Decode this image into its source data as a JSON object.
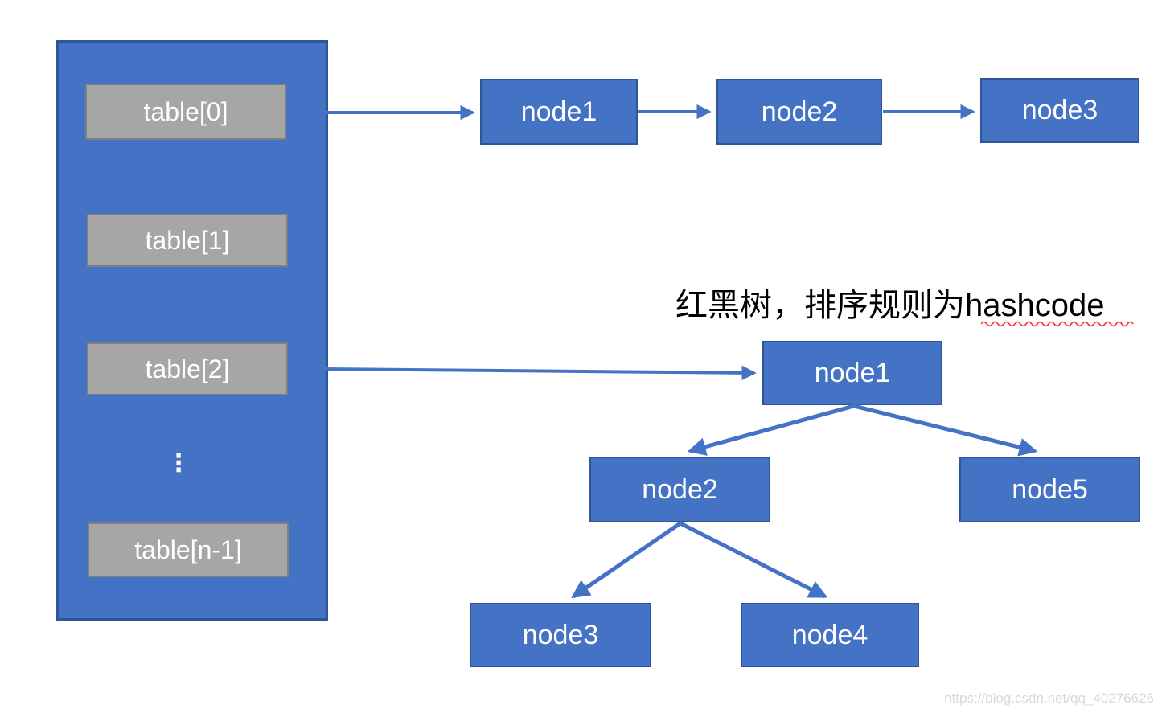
{
  "colors": {
    "node_fill": "#4472C4",
    "node_border": "#2F5597",
    "slot_fill": "#A6A6A6",
    "slot_border": "#7F7F7F",
    "arrow": "#4472C4",
    "node_text": "#FFFFFF",
    "annotation_text": "#000000",
    "squiggle_red": "#FF2A2A",
    "watermark_gray": "#D9D9D9"
  },
  "bucket_array": {
    "slots": [
      {
        "label": "table[0]"
      },
      {
        "label": "table[1]"
      },
      {
        "label": "table[2]"
      },
      {
        "label": "table[n-1]"
      }
    ],
    "ellipsis": "⋮"
  },
  "linked_list": {
    "nodes": [
      {
        "label": "node1"
      },
      {
        "label": "node2"
      },
      {
        "label": "node3"
      }
    ]
  },
  "tree": {
    "annotation_prefix": "红黑树，排序规则为",
    "annotation_keyword": "hashcode",
    "root": {
      "label": "node1"
    },
    "left_child": {
      "label": "node2"
    },
    "right_child": {
      "label": "node5"
    },
    "left_left_child": {
      "label": "node3"
    },
    "left_right_child": {
      "label": "node4"
    }
  },
  "watermark": "https://blog.csdn.net/qq_40276626"
}
